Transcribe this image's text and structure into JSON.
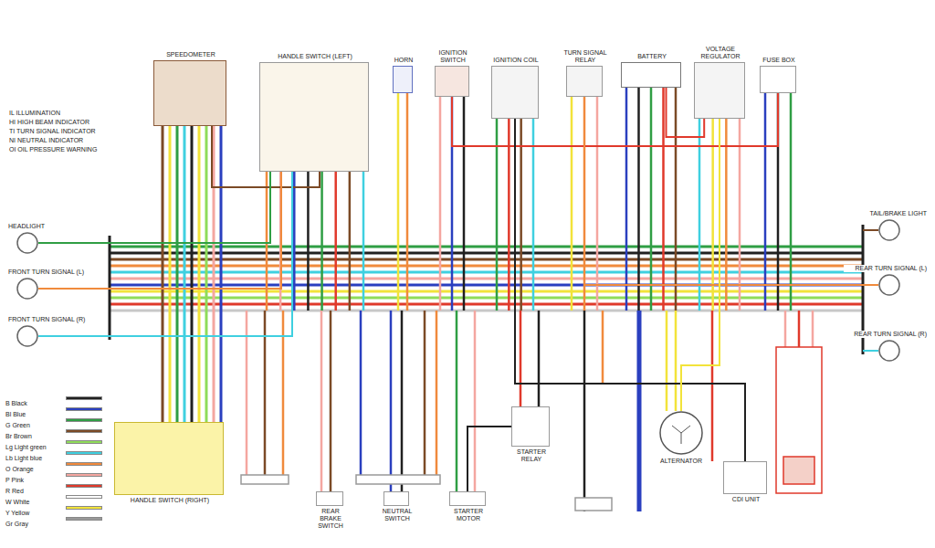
{
  "diagram": {
    "nodes": [
      {
        "text": [
          "SPEEDOMETER"
        ]
      },
      {
        "text": [
          "HANDLE SWITCH (LEFT)"
        ]
      },
      {
        "text": [
          "HORN"
        ]
      },
      {
        "text": [
          "IGNITION SWITCH"
        ]
      },
      {
        "text": [
          "IGNITION COIL"
        ]
      },
      {
        "text": [
          "TURN SIGNAL RELAY"
        ]
      },
      {
        "text": [
          "BATTERY"
        ]
      },
      {
        "text": [
          "VOLTAGE REGULATOR"
        ]
      },
      {
        "text": [
          "FUSE BOX"
        ]
      },
      {
        "text": [
          "HEADLIGHT"
        ]
      },
      {
        "text": [
          "FRONT TURN SIGNAL (L)"
        ]
      },
      {
        "text": [
          "FRONT TURN SIGNAL (R)"
        ]
      },
      {
        "text": [
          "TAIL/BRAKE LIGHT"
        ]
      },
      {
        "text": [
          "REAR TURN SIGNAL (L)"
        ]
      },
      {
        "text": [
          "REAR TURN SIGNAL (R)"
        ]
      },
      {
        "text": [
          "STARTER RELAY"
        ]
      },
      {
        "text": [
          "ALTERNATOR"
        ]
      },
      {
        "text": [
          "CDI UNIT"
        ]
      },
      {
        "text": [
          "HANDLE SWITCH (RIGHT)"
        ]
      },
      {
        "text": [
          "STARTER MOTOR"
        ]
      },
      {
        "text": [
          "NEUTRAL SWITCH"
        ]
      },
      {
        "text": [
          "REAR BRAKE SWITCH"
        ]
      }
    ],
    "edges": [
      {
        "from": 0,
        "to": 1,
        "arrow": "none"
      },
      {
        "from": 1,
        "to": 9,
        "arrow": "none"
      },
      {
        "from": 1,
        "to": 10,
        "arrow": "none"
      },
      {
        "from": 1,
        "to": 11,
        "arrow": "none"
      },
      {
        "from": 3,
        "to": 8,
        "arrow": "none"
      },
      {
        "from": 6,
        "to": 7,
        "arrow": "none"
      },
      {
        "from": 4,
        "to": 17,
        "arrow": "none"
      },
      {
        "from": 5,
        "to": 13,
        "arrow": "none"
      },
      {
        "from": 16,
        "to": 7,
        "arrow": "none"
      },
      {
        "from": 15,
        "to": 19,
        "arrow": "none"
      }
    ],
    "labels": [
      "IL ILLUMINATION",
      "HI HIGH BEAM INDICATOR",
      "TI TURN SIGNAL INDICATOR",
      "NI NEUTRAL INDICATOR",
      "OI OIL PRESSURE WARNING"
    ],
    "legend": [
      {
        "text": "B Black",
        "color": "#202020"
      },
      {
        "text": "Bl Blue",
        "color": "#2a3fbf"
      },
      {
        "text": "G Green",
        "color": "#2f9e44"
      },
      {
        "text": "Br Brown",
        "color": "#7b4a26"
      },
      {
        "text": "Lg Light green",
        "color": "#8fdc5a"
      },
      {
        "text": "Lb Light blue",
        "color": "#3fd0e0"
      },
      {
        "text": "O Orange",
        "color": "#f08a3c"
      },
      {
        "text": "P Pink",
        "color": "#f4a6a0"
      },
      {
        "text": "R Red",
        "color": "#e0392b"
      },
      {
        "text": "W White",
        "color": "#ffffff"
      },
      {
        "text": "Y Yellow",
        "color": "#f2e33a"
      },
      {
        "text": "Gr Gray",
        "color": "#999999"
      }
    ]
  }
}
